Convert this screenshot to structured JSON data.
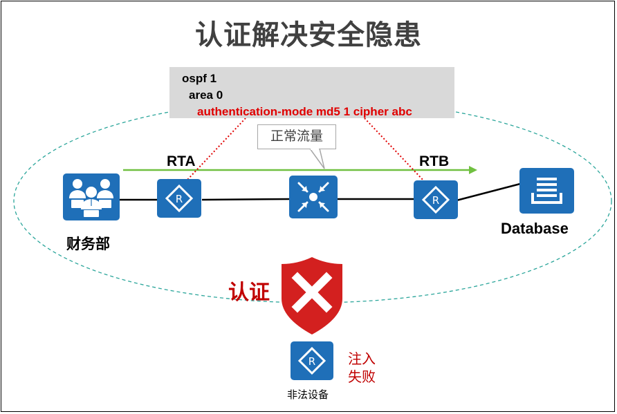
{
  "title": "认证解决安全隐患",
  "config": {
    "line1": "ospf 1",
    "line2": "area 0",
    "line3": "authentication-mode md5 1 cipher abc"
  },
  "callout": "正常流量",
  "nodes": {
    "rta": "RTA",
    "rtb": "RTB",
    "finance": "财务部",
    "database": "Database",
    "illegal_device": "非法设备"
  },
  "auth_label": "认证",
  "inject_fail": "注入\n失败",
  "colors": {
    "device_blue": "#1f6fb8",
    "ellipse_dash": "#2aa59a",
    "flow_arrow": "#70c040",
    "alert_red": "#e00000",
    "shield_red": "#d3201f",
    "config_bg": "#d9d9d9"
  }
}
